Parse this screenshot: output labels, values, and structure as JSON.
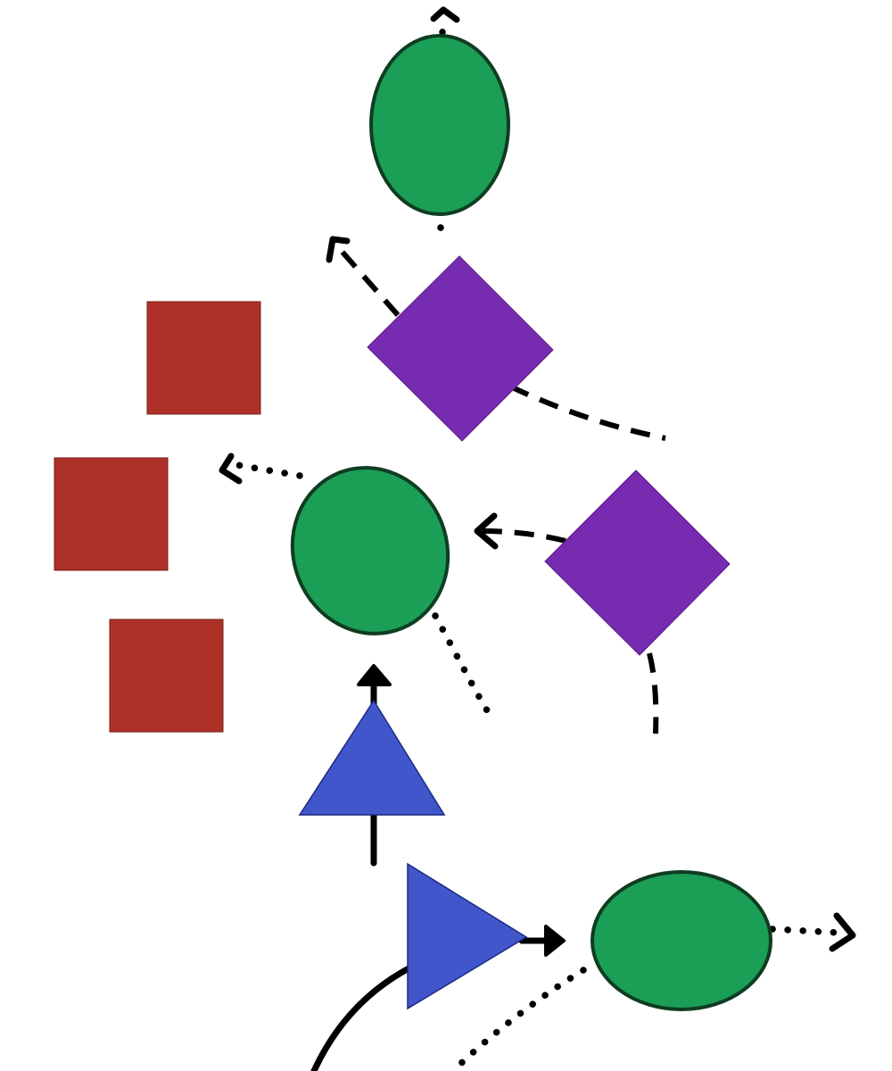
{
  "diagram": {
    "colors": {
      "ellipse_fill": "#1b9e55",
      "ellipse_stroke": "#0f3d22",
      "diamond_fill": "#772bb0",
      "square_fill": "#ad3127",
      "triangle_fill": "#4256cc",
      "edge": "#000000",
      "background": "#ffffff"
    },
    "nodes": [
      {
        "id": "ellipse-top",
        "shape": "ellipse"
      },
      {
        "id": "ellipse-middle",
        "shape": "ellipse"
      },
      {
        "id": "ellipse-bottom-right",
        "shape": "ellipse"
      },
      {
        "id": "diamond-upper",
        "shape": "diamond"
      },
      {
        "id": "diamond-right",
        "shape": "diamond"
      },
      {
        "id": "square-upper",
        "shape": "square"
      },
      {
        "id": "square-left",
        "shape": "square"
      },
      {
        "id": "square-lower",
        "shape": "square"
      },
      {
        "id": "triangle-up",
        "shape": "triangle",
        "direction": "up"
      },
      {
        "id": "triangle-right",
        "shape": "triangle",
        "direction": "right"
      }
    ],
    "edges": [
      {
        "id": "edge-ellipse-top-out",
        "style": "dotted",
        "arrow": "open"
      },
      {
        "id": "edge-ellipse-top-to-diamond",
        "style": "dotted",
        "arrow": "none"
      },
      {
        "id": "edge-diamond-upper-out",
        "style": "dashed",
        "arrow": "open"
      },
      {
        "id": "edge-diamond-upper-tail",
        "style": "dashed",
        "arrow": "none"
      },
      {
        "id": "edge-ellipse-middle-to-left",
        "style": "dotted",
        "arrow": "open"
      },
      {
        "id": "edge-diamond-right-to-ellipse",
        "style": "dashed",
        "arrow": "open"
      },
      {
        "id": "edge-ellipse-middle-tail",
        "style": "dotted",
        "arrow": "none"
      },
      {
        "id": "edge-diamond-right-tail",
        "style": "dashed",
        "arrow": "none"
      },
      {
        "id": "edge-triangle-to-ellipse",
        "style": "solid",
        "arrow": "filled"
      },
      {
        "id": "edge-triangle-down",
        "style": "solid",
        "arrow": "none"
      },
      {
        "id": "edge-triangle-right-to-ellipse",
        "style": "solid",
        "arrow": "filled"
      },
      {
        "id": "edge-ellipse-bottom-out",
        "style": "dotted",
        "arrow": "open"
      },
      {
        "id": "edge-ellipse-bottom-tail",
        "style": "dotted",
        "arrow": "none"
      },
      {
        "id": "edge-curve-bottom",
        "style": "solid",
        "arrow": "none"
      }
    ]
  }
}
